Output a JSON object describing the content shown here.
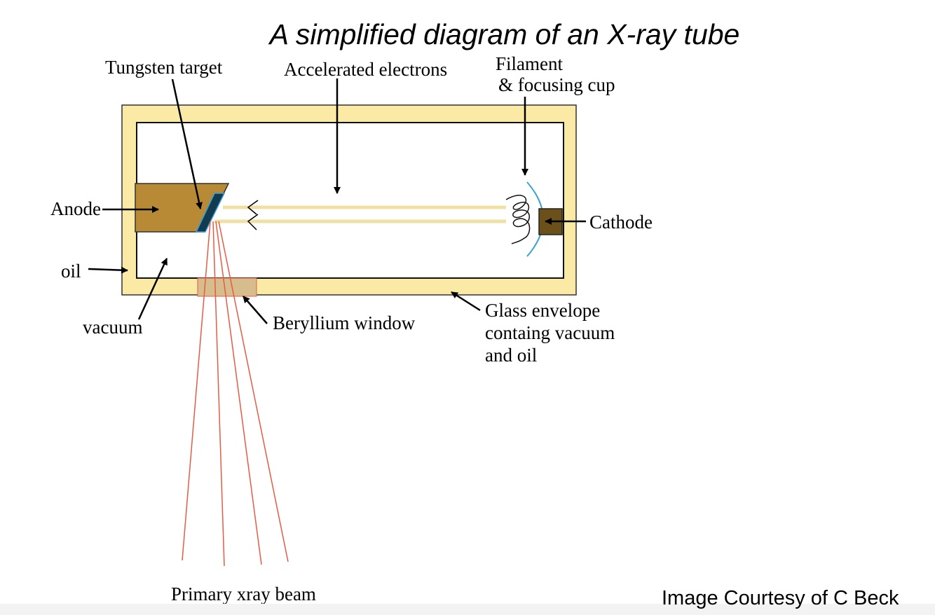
{
  "title": "A simplified diagram of an X-ray tube",
  "credit": "Image Courtesy of C Beck",
  "labels": {
    "tungsten_target": "Tungsten target",
    "accelerated_electrons": "Accelerated electrons",
    "filament_line1": "Filament",
    "filament_line2": "& focusing cup",
    "anode": "Anode",
    "cathode": "Cathode",
    "oil": "oil",
    "vacuum": "vacuum",
    "beryllium_window": "Beryllium window",
    "glass_line1": "Glass envelope",
    "glass_line2": "containg vacuum",
    "glass_line3": "and oil",
    "primary_beam": "Primary xray beam"
  },
  "colors": {
    "envelope": "#fbeaa5",
    "anode": "#b88a35",
    "cathode": "#6b5019",
    "target": "#123a50",
    "beryllium": "#d7bd8d",
    "beam": "#e45c45",
    "focusing_cup": "#3a9fd1",
    "electron_beam": "#efe0a4"
  }
}
